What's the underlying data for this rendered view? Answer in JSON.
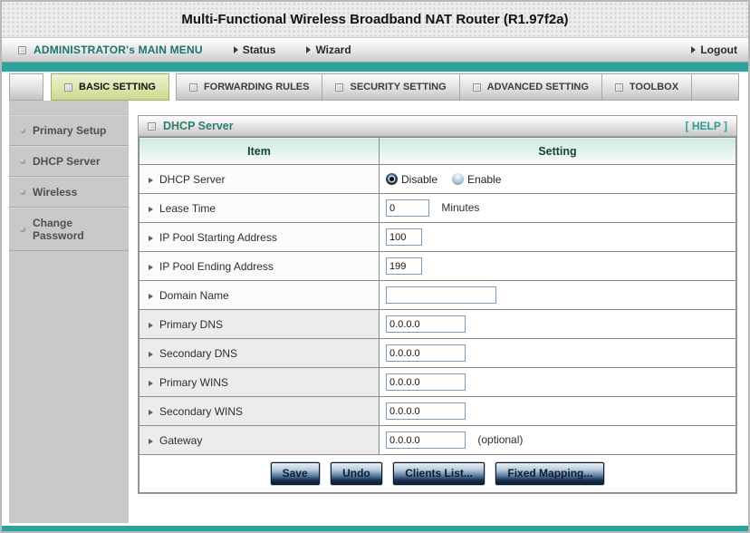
{
  "window_title": "Multi-Functional Wireless Broadband NAT Router (R1.97f2a)",
  "menu_bar": {
    "main_menu_label": "ADMINISTRATOR's MAIN MENU",
    "status_label": "Status",
    "wizard_label": "Wizard",
    "logout_label": "Logout"
  },
  "tabs": [
    {
      "label": "BASIC SETTING",
      "active": true
    },
    {
      "label": "FORWARDING RULES",
      "active": false
    },
    {
      "label": "SECURITY SETTING",
      "active": false
    },
    {
      "label": "ADVANCED SETTING",
      "active": false
    },
    {
      "label": "TOOLBOX",
      "active": false
    }
  ],
  "sidebar": {
    "items": [
      {
        "label": "Primary Setup"
      },
      {
        "label": "DHCP Server"
      },
      {
        "label": "Wireless"
      },
      {
        "label": "Change Password"
      }
    ]
  },
  "panel": {
    "title": "DHCP Server",
    "help_label": "[ HELP ]"
  },
  "table": {
    "header_item": "Item",
    "header_setting": "Setting",
    "rows": {
      "dhcp_server": {
        "label": "DHCP Server",
        "options": [
          {
            "label": "Disable",
            "selected": true
          },
          {
            "label": "Enable",
            "selected": false
          }
        ]
      },
      "lease_time": {
        "label": "Lease Time",
        "value": "0",
        "suffix": "Minutes"
      },
      "ip_pool_start": {
        "label": "IP Pool Starting Address",
        "value": "100"
      },
      "ip_pool_end": {
        "label": "IP Pool Ending Address",
        "value": "199"
      },
      "domain_name": {
        "label": "Domain Name",
        "value": ""
      },
      "primary_dns": {
        "label": "Primary DNS",
        "value": "0.0.0.0"
      },
      "secondary_dns": {
        "label": "Secondary DNS",
        "value": "0.0.0.0"
      },
      "primary_wins": {
        "label": "Primary WINS",
        "value": "0.0.0.0"
      },
      "secondary_wins": {
        "label": "Secondary WINS",
        "value": "0.0.0.0"
      },
      "gateway": {
        "label": "Gateway",
        "value": "0.0.0.0",
        "suffix": "(optional)"
      }
    }
  },
  "buttons": {
    "save": "Save",
    "undo": "Undo",
    "clients_list": "Clients List...",
    "fixed_mapping": "Fixed Mapping..."
  },
  "colors": {
    "accent_teal": "#2BA39B",
    "active_tab_green": "#D6E2A4",
    "button_navy": "#0D2038",
    "header_teal_text": "#1B746C"
  }
}
